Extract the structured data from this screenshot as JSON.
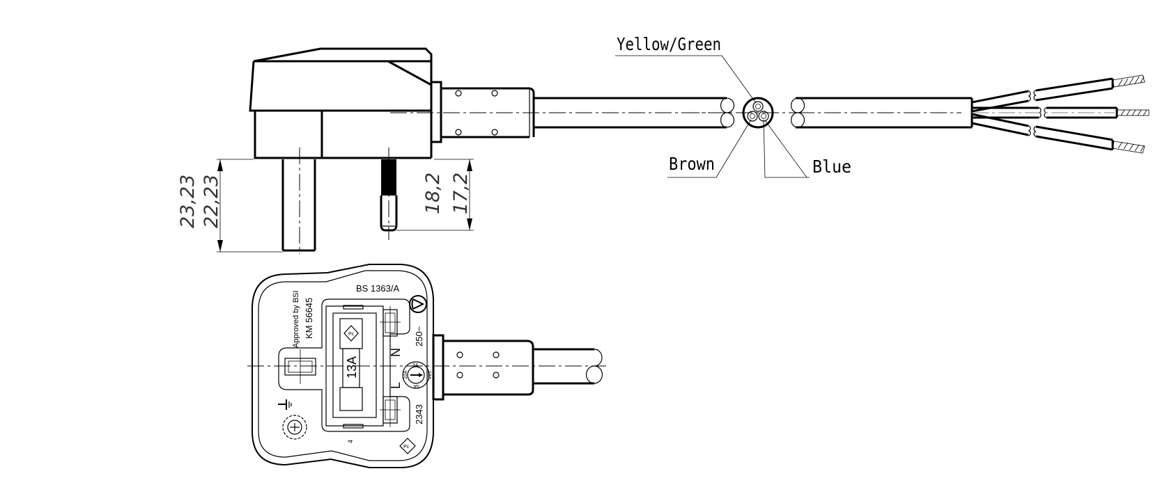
{
  "drawing": {
    "title": "UK BS1363 plug with 3-core cable — technical drawing",
    "conductor_labels": {
      "earth": "Yellow/Green",
      "live": "Brown",
      "neutral": "Blue"
    },
    "dimensions": {
      "earth_pin_outer": "23,23",
      "earth_pin_inner": "22,23",
      "live_pin_outer": "18,2",
      "live_pin_inner": "17,2"
    },
    "plug_face": {
      "standard": "BS 1363/A",
      "approval": "Approved by BSI",
      "licence": "KM 56645",
      "fuse_rating": "13A",
      "voltage": "250~",
      "neutral_mark": "N",
      "live_mark": "L",
      "code": "2343",
      "small_mark": "4",
      "fuse_dial": {
        "top": "3A",
        "left": "10A",
        "right": "13A",
        "bottom": "5A"
      }
    }
  }
}
